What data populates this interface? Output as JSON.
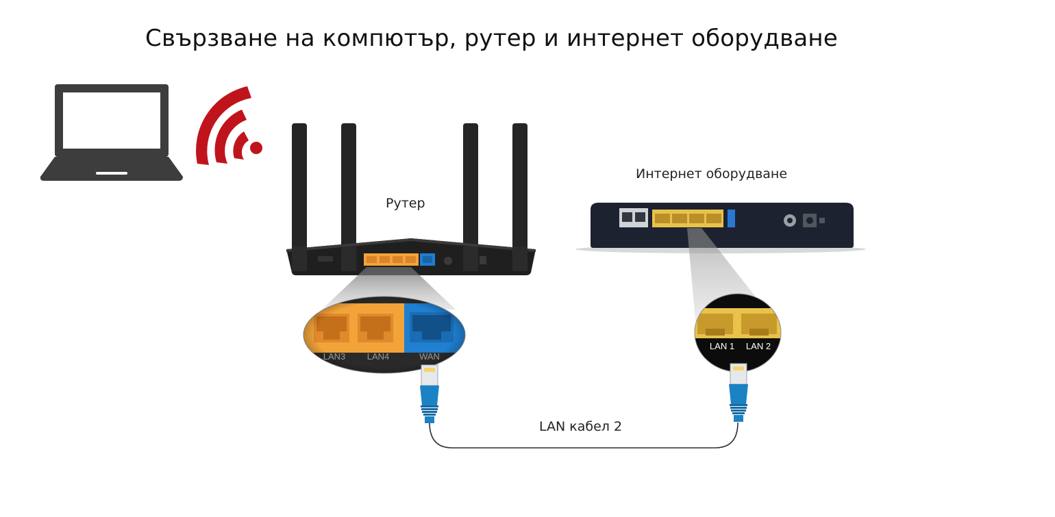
{
  "title": "Свързване на компютър, рутер и интернет оборудване",
  "labels": {
    "router": "Рутер",
    "modem": "Интернет оборудване",
    "cable": "LAN кабел 2"
  },
  "router_zoom_ports": {
    "lan3": "LAN3",
    "lan4": "LAN4",
    "wan": "WAN"
  },
  "modem_zoom_ports": {
    "lan1": "LAN 1",
    "lan2": "LAN 2"
  },
  "colors": {
    "wifi": "#c0141c",
    "laptop": "#3d3d3d",
    "router_body": "#222222",
    "lan_port_orange": "#f2a33a",
    "wan_port_blue": "#1f7fd0",
    "modem_body": "#1d2230",
    "modem_port_yellow": "#e8c24a",
    "cable_connector": "#1b82c4",
    "cable_line": "#2a2f38"
  }
}
